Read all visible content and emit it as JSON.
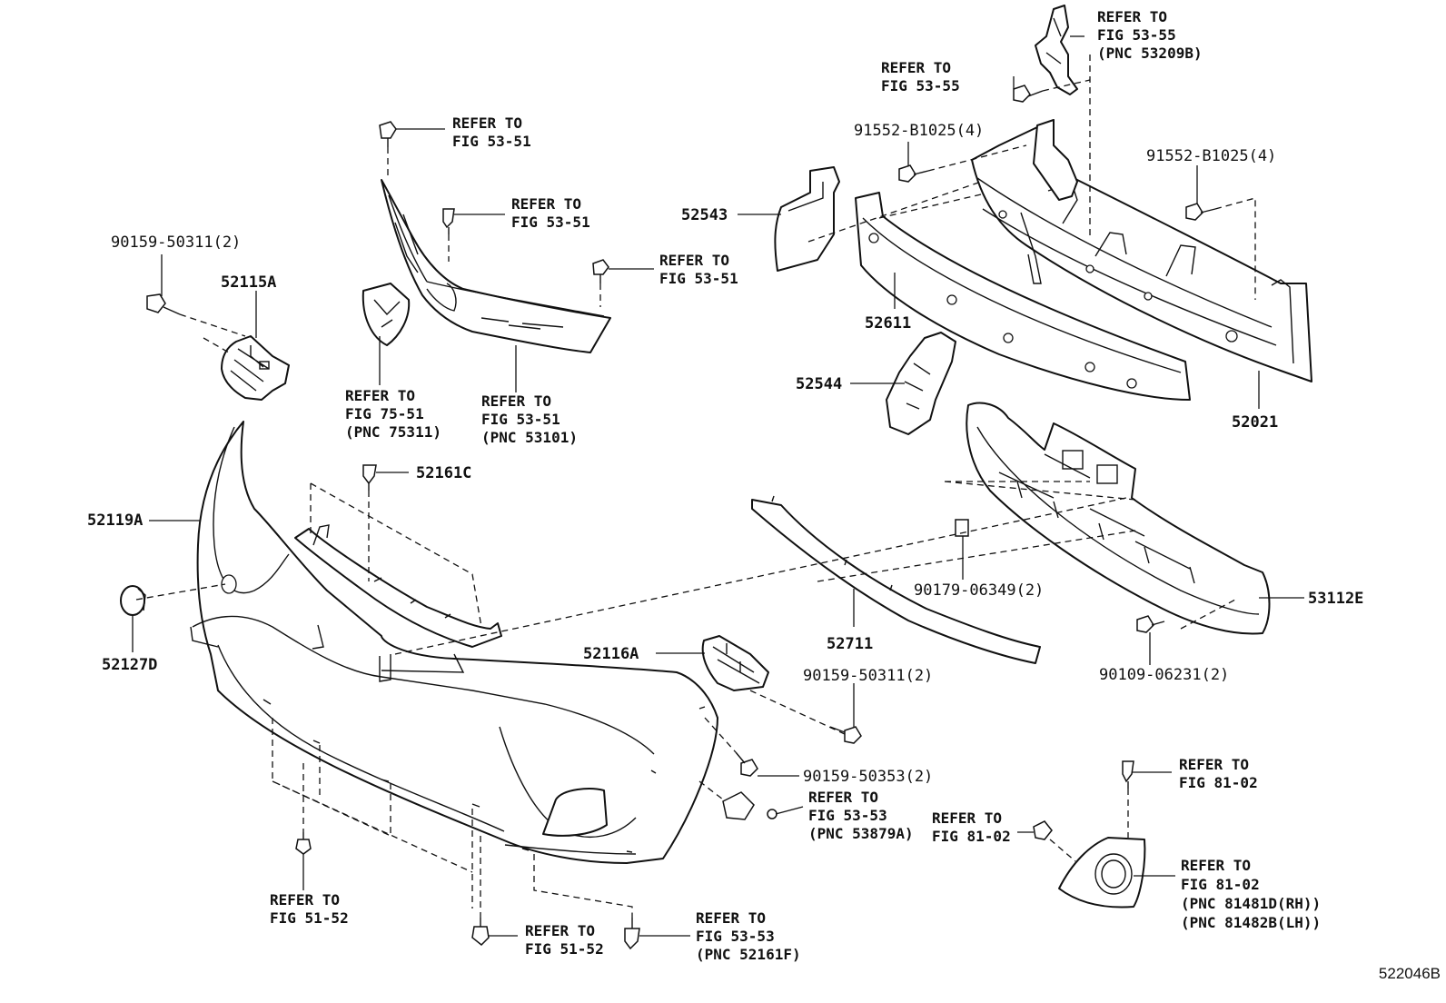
{
  "diagram": {
    "diagram_id": "522046B",
    "callouts": [
      {
        "key": "c_refer_5355_top",
        "lines": [
          "REFER TO",
          "FIG 53-55",
          "(PNC 53209B)"
        ]
      },
      {
        "key": "c_refer_5355_bolt",
        "lines": [
          "REFER TO",
          "FIG 53-55"
        ]
      },
      {
        "key": "c_91552_left",
        "lines": [
          "91552-B1025(4)"
        ]
      },
      {
        "key": "c_91552_right",
        "lines": [
          "91552-B1025(4)"
        ]
      },
      {
        "key": "c_refer_5351_a",
        "lines": [
          "REFER TO",
          "FIG 53-51"
        ]
      },
      {
        "key": "c_refer_5351_b",
        "lines": [
          "REFER TO",
          "FIG 53-51"
        ]
      },
      {
        "key": "c_refer_5351_c",
        "lines": [
          "REFER TO",
          "FIG 53-51"
        ]
      },
      {
        "key": "c_52543",
        "lines": [
          "52543"
        ]
      },
      {
        "key": "c_90159_top",
        "lines": [
          "90159-50311(2)"
        ]
      },
      {
        "key": "c_52115A",
        "lines": [
          "52115A"
        ]
      },
      {
        "key": "c_52611",
        "lines": [
          "52611"
        ]
      },
      {
        "key": "c_52544",
        "lines": [
          "52544"
        ]
      },
      {
        "key": "c_52021",
        "lines": [
          "52021"
        ]
      },
      {
        "key": "c_refer_7551",
        "lines": [
          "REFER TO",
          "FIG 75-51",
          "(PNC 75311)"
        ]
      },
      {
        "key": "c_refer_5351_grille",
        "lines": [
          "REFER TO",
          "FIG 53-51",
          "(PNC 53101)"
        ]
      },
      {
        "key": "c_52161C",
        "lines": [
          "52161C"
        ]
      },
      {
        "key": "c_52119A",
        "lines": [
          "52119A"
        ]
      },
      {
        "key": "c_90179",
        "lines": [
          "90179-06349(2)"
        ]
      },
      {
        "key": "c_53112E",
        "lines": [
          "53112E"
        ]
      },
      {
        "key": "c_52127D",
        "lines": [
          "52127D"
        ]
      },
      {
        "key": "c_52711",
        "lines": [
          "52711"
        ]
      },
      {
        "key": "c_52116A",
        "lines": [
          "52116A"
        ]
      },
      {
        "key": "c_90159_mid",
        "lines": [
          "90159-50311(2)"
        ]
      },
      {
        "key": "c_90109",
        "lines": [
          "90109-06231(2)"
        ]
      },
      {
        "key": "c_90159_50353",
        "lines": [
          "90159-50353(2)"
        ]
      },
      {
        "key": "c_refer_8102_top",
        "lines": [
          "REFER TO",
          "FIG 81-02"
        ]
      },
      {
        "key": "c_refer_5353_a",
        "lines": [
          "REFER TO",
          "FIG 53-53",
          "(PNC 53879A)"
        ]
      },
      {
        "key": "c_refer_8102_mid",
        "lines": [
          "REFER TO",
          "FIG 81-02"
        ]
      },
      {
        "key": "c_refer_8102_fog",
        "lines": [
          "REFER TO",
          "FIG 81-02",
          "(PNC 81481D(RH))",
          "(PNC 81482B(LH))"
        ]
      },
      {
        "key": "c_refer_5152_a",
        "lines": [
          "REFER TO",
          "FIG 51-52"
        ]
      },
      {
        "key": "c_refer_5152_b",
        "lines": [
          "REFER TO",
          "FIG 51-52"
        ]
      },
      {
        "key": "c_refer_5353_b",
        "lines": [
          "REFER TO",
          "FIG 53-53",
          "(PNC 52161F)"
        ]
      }
    ]
  }
}
